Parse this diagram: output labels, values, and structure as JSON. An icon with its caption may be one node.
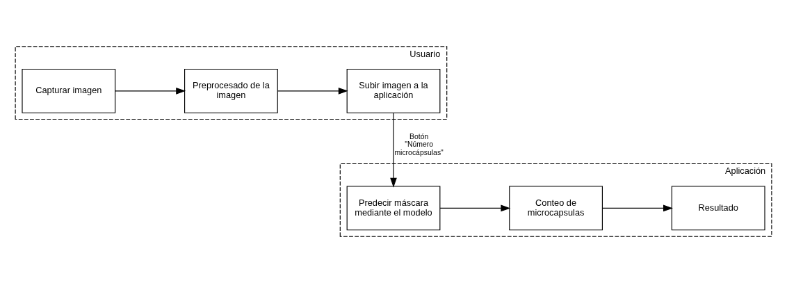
{
  "diagram": {
    "nodes": [
      {
        "text": [
          "Usuario"
        ]
      },
      {
        "text": [
          "Capturar imagen"
        ],
        "in": 0
      },
      {
        "text": [
          "Preprocesado de la imagen"
        ],
        "in": 0
      },
      {
        "text": [
          "Subir imagen a la aplicación"
        ],
        "in": 0
      },
      {
        "text": [
          "Aplicación"
        ]
      },
      {
        "text": [
          "Predecir máscara mediante el modelo"
        ],
        "in": 4
      },
      {
        "text": [
          "Conteo de microcapsulas"
        ],
        "in": 4
      },
      {
        "text": [
          "Resultado"
        ],
        "in": 4
      }
    ],
    "edges": [
      {
        "from": 1,
        "to": 2,
        "arrow": "to"
      },
      {
        "from": 2,
        "to": 3,
        "arrow": "to"
      },
      {
        "from": 3,
        "to": 5,
        "arrow": "to",
        "label": "Botón \"Número microcápsulas\""
      },
      {
        "from": 5,
        "to": 6,
        "arrow": "to"
      },
      {
        "from": 6,
        "to": 7,
        "arrow": "to"
      }
    ]
  }
}
